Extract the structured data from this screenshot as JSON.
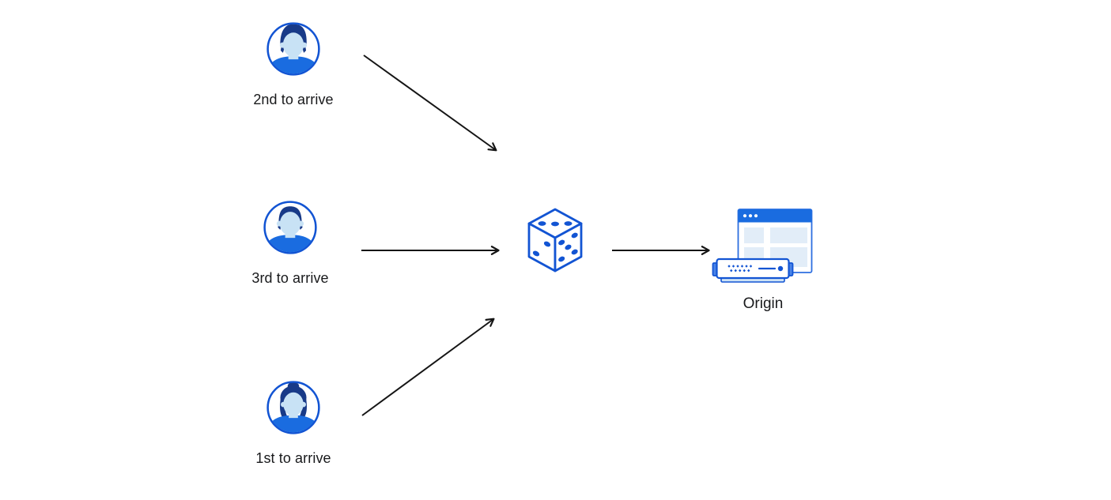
{
  "diagram": {
    "description": "Three clients arriving in different order are routed randomly (dice) to an origin server",
    "nodes": {
      "user_second": {
        "label": "2nd to arrive",
        "icon": "user-avatar-male-swept-hair-icon"
      },
      "user_third": {
        "label": "3rd to arrive",
        "icon": "user-avatar-male-short-hair-icon"
      },
      "user_first": {
        "label": "1st to arrive",
        "icon": "user-avatar-female-bun-icon"
      },
      "random": {
        "label": "",
        "icon": "dice-icon"
      },
      "origin": {
        "label": "Origin",
        "icon": "origin-server-browser-icon"
      }
    },
    "edges": [
      {
        "from": "2nd to arrive",
        "to": "dice"
      },
      {
        "from": "3rd to arrive",
        "to": "dice"
      },
      {
        "from": "1st to arrive",
        "to": "dice"
      },
      {
        "from": "dice",
        "to": "Origin"
      }
    ],
    "colors": {
      "stroke_blue": "#1254d3",
      "fill_blue": "#1a6ce0",
      "hair_navy": "#183a88",
      "skin_light_blue": "#c8e2f5",
      "panel_light_blue": "#e2edf8",
      "server_base_blue": "#cde2f5",
      "tab_blue": "#4a84e8",
      "arrow_black": "#151515",
      "text_black": "#18191b",
      "background": "#ffffff"
    }
  }
}
